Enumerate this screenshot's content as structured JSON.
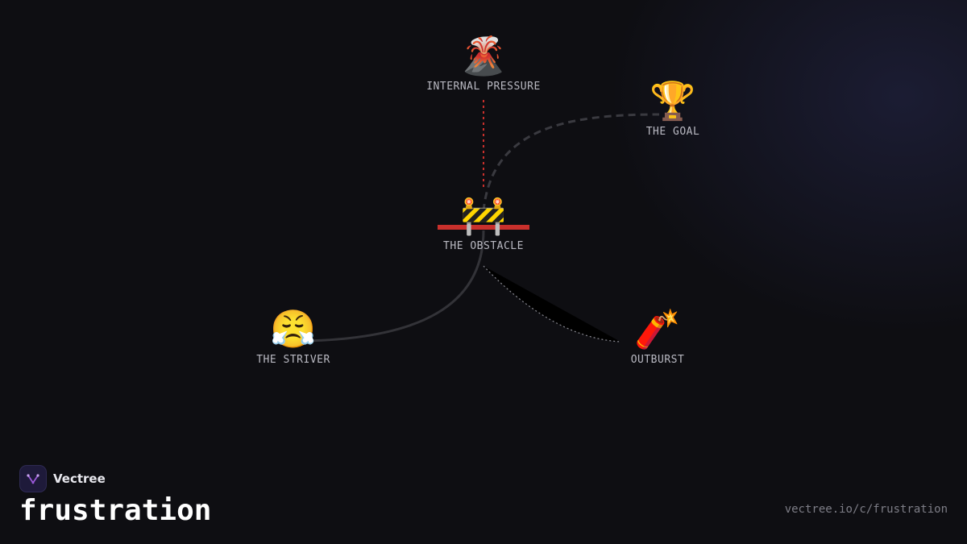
{
  "nodes": {
    "pressure": {
      "label": "INTERNAL PRESSURE",
      "icon": "🌋",
      "icon_name": "volcano-icon"
    },
    "goal": {
      "label": "THE GOAL",
      "icon": "🏆",
      "icon_name": "trophy-icon"
    },
    "obstacle": {
      "label": "THE OBSTACLE",
      "icon": "🚧",
      "icon_name": "barrier-icon"
    },
    "striver": {
      "label": "THE STRIVER",
      "icon": "😤",
      "icon_name": "huffing-face-icon"
    },
    "outburst": {
      "label": "OUTBURST",
      "icon": "🧨",
      "icon_name": "firecracker-icon"
    }
  },
  "brand": {
    "name": "Vectree",
    "icon_name": "vectree-logo-icon"
  },
  "page": {
    "title": "frustration",
    "url": "vectree.io/c/frustration"
  },
  "colors": {
    "background": "#0e0e12",
    "pressure_line": "#c9302c",
    "edge": "#3a3a40",
    "obstacle_bar": "#c9302c",
    "label": "#b9b9c2",
    "brand_accent": "#9b59d9"
  }
}
